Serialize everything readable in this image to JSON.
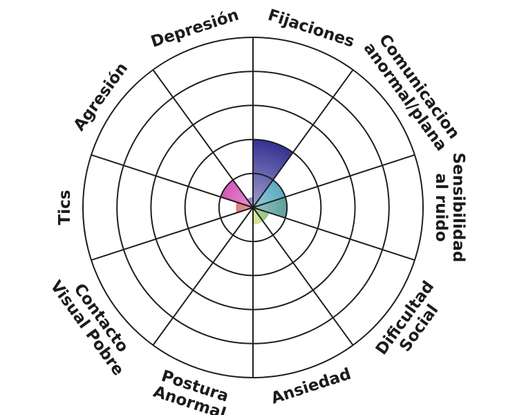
{
  "chart_data": {
    "type": "polar-area",
    "title": "",
    "rmax": 5,
    "grid": true,
    "rings": [
      1,
      2,
      3,
      4,
      5
    ],
    "categories": [
      "Fijaciones",
      "Comunicacion anormal/plana",
      "Sensibilidad al ruido",
      "Dificultad Social",
      "Ansiedad",
      "Postura Anormal",
      "Contacto Visual Pobre",
      "Tics",
      "Agresión",
      "Depresión"
    ],
    "label_lines": [
      [
        "Fijaciones"
      ],
      [
        "Comunicacion",
        "anormal/plana"
      ],
      [
        "Sensibilidad",
        "al ruido"
      ],
      [
        "Dificultad",
        "Social"
      ],
      [
        "Ansiedad"
      ],
      [
        "Postura",
        "Anormal"
      ],
      [
        "Contacto",
        "Visual Pobre"
      ],
      [
        "Tics"
      ],
      [
        "Agresión"
      ],
      [
        "Depresión"
      ]
    ],
    "values": [
      2.0,
      1.0,
      1.0,
      0.5,
      0.5,
      0.0,
      0.05,
      0.5,
      1.0,
      0.3
    ],
    "colors": [
      "#2e2a8f",
      "#1788a8",
      "#1b7a72",
      "#4f9f2a",
      "#b5c93f",
      "#f0c419",
      "#e0a020",
      "#c21d22",
      "#c4139a",
      "#3a2a7a"
    ]
  }
}
